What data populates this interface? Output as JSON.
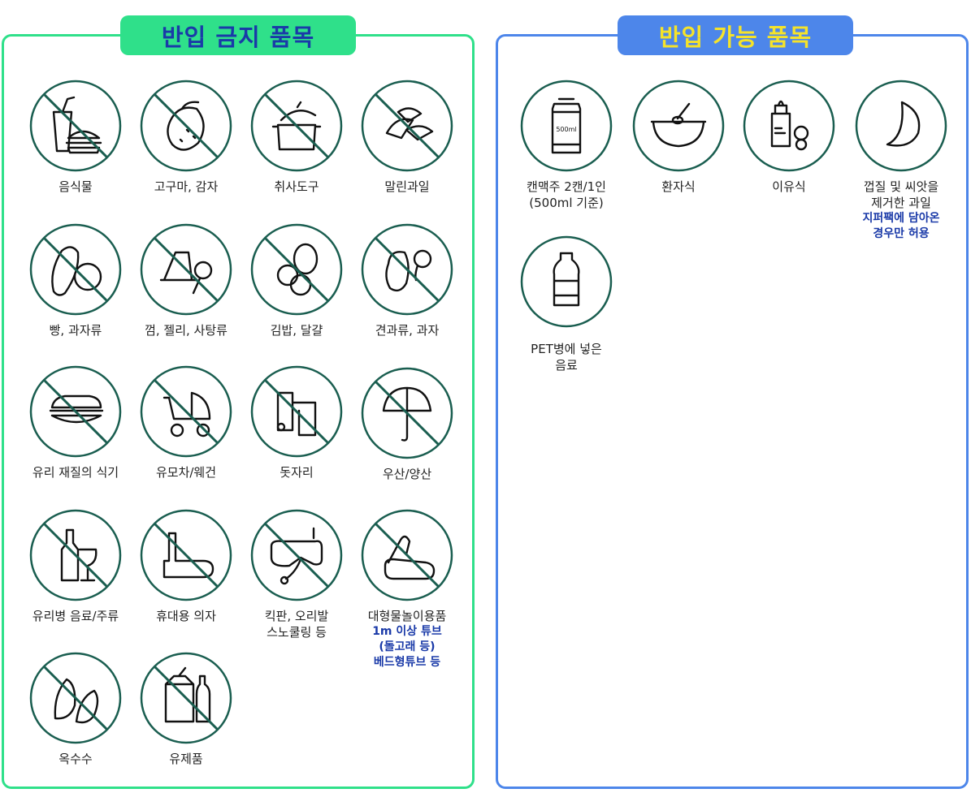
{
  "banned": {
    "title": "반입 금지 품목",
    "items": [
      {
        "label": "음식물",
        "icon": "food-drink-icon"
      },
      {
        "label": "고구마, 감자",
        "icon": "sweet-potato-icon"
      },
      {
        "label": "취사도구",
        "icon": "cooking-pot-icon"
      },
      {
        "label": "말린과일",
        "icon": "dried-fruit-icon"
      },
      {
        "label": "빵, 과자류",
        "icon": "bread-cookie-icon"
      },
      {
        "label": "껌, 젤리, 사탕류",
        "icon": "candy-jelly-icon"
      },
      {
        "label": "김밥, 달걀",
        "icon": "gimbap-egg-icon"
      },
      {
        "label": "견과류, 과자",
        "icon": "nuts-icon"
      },
      {
        "label": "유리 재질의 식기",
        "icon": "glass-dish-icon"
      },
      {
        "label": "유모차/웨건",
        "icon": "stroller-icon"
      },
      {
        "label": "돗자리",
        "icon": "mat-icon"
      },
      {
        "label": "우산/양산",
        "icon": "umbrella-icon"
      },
      {
        "label": "유리병 음료/주류",
        "icon": "glass-bottle-icon"
      },
      {
        "label": "휴대용 의자",
        "icon": "portable-chair-icon"
      },
      {
        "label": "킥판, 오리발",
        "label2": "스노쿨링 등",
        "icon": "snorkel-mask-icon"
      },
      {
        "label": "대형물놀이용품",
        "note1": "1m 이상 튜브",
        "note2": "(돌고래 등)",
        "note3": "베드형튜브 등",
        "icon": "large-tube-icon"
      },
      {
        "label": "옥수수",
        "icon": "corn-icon"
      },
      {
        "label": "유제품",
        "icon": "dairy-icon"
      }
    ]
  },
  "allowed": {
    "title": "반입 가능 품목",
    "items": [
      {
        "label": "캔맥주 2캔/1인",
        "label2": "(500ml 기준)",
        "can_text": "500ml",
        "icon": "beer-can-icon"
      },
      {
        "label": "환자식",
        "icon": "bowl-spoon-icon"
      },
      {
        "label": "이유식",
        "icon": "baby-bottle-icon"
      },
      {
        "label": "껍질 및 씨앗을",
        "label2": "제거한 과일",
        "note1": "지퍼팩에 담아온",
        "note2": "경우만 허용",
        "icon": "melon-slice-icon"
      },
      {
        "label": "PET병에 넣은",
        "label2": "음료",
        "icon": "pet-bottle-icon"
      }
    ]
  },
  "colors": {
    "banned_accent": "#2fe08a",
    "allowed_accent": "#4d86ea",
    "ring": "#1a5e50",
    "note_text": "#1a3aa8",
    "allowed_title_text": "#f5e32a"
  }
}
